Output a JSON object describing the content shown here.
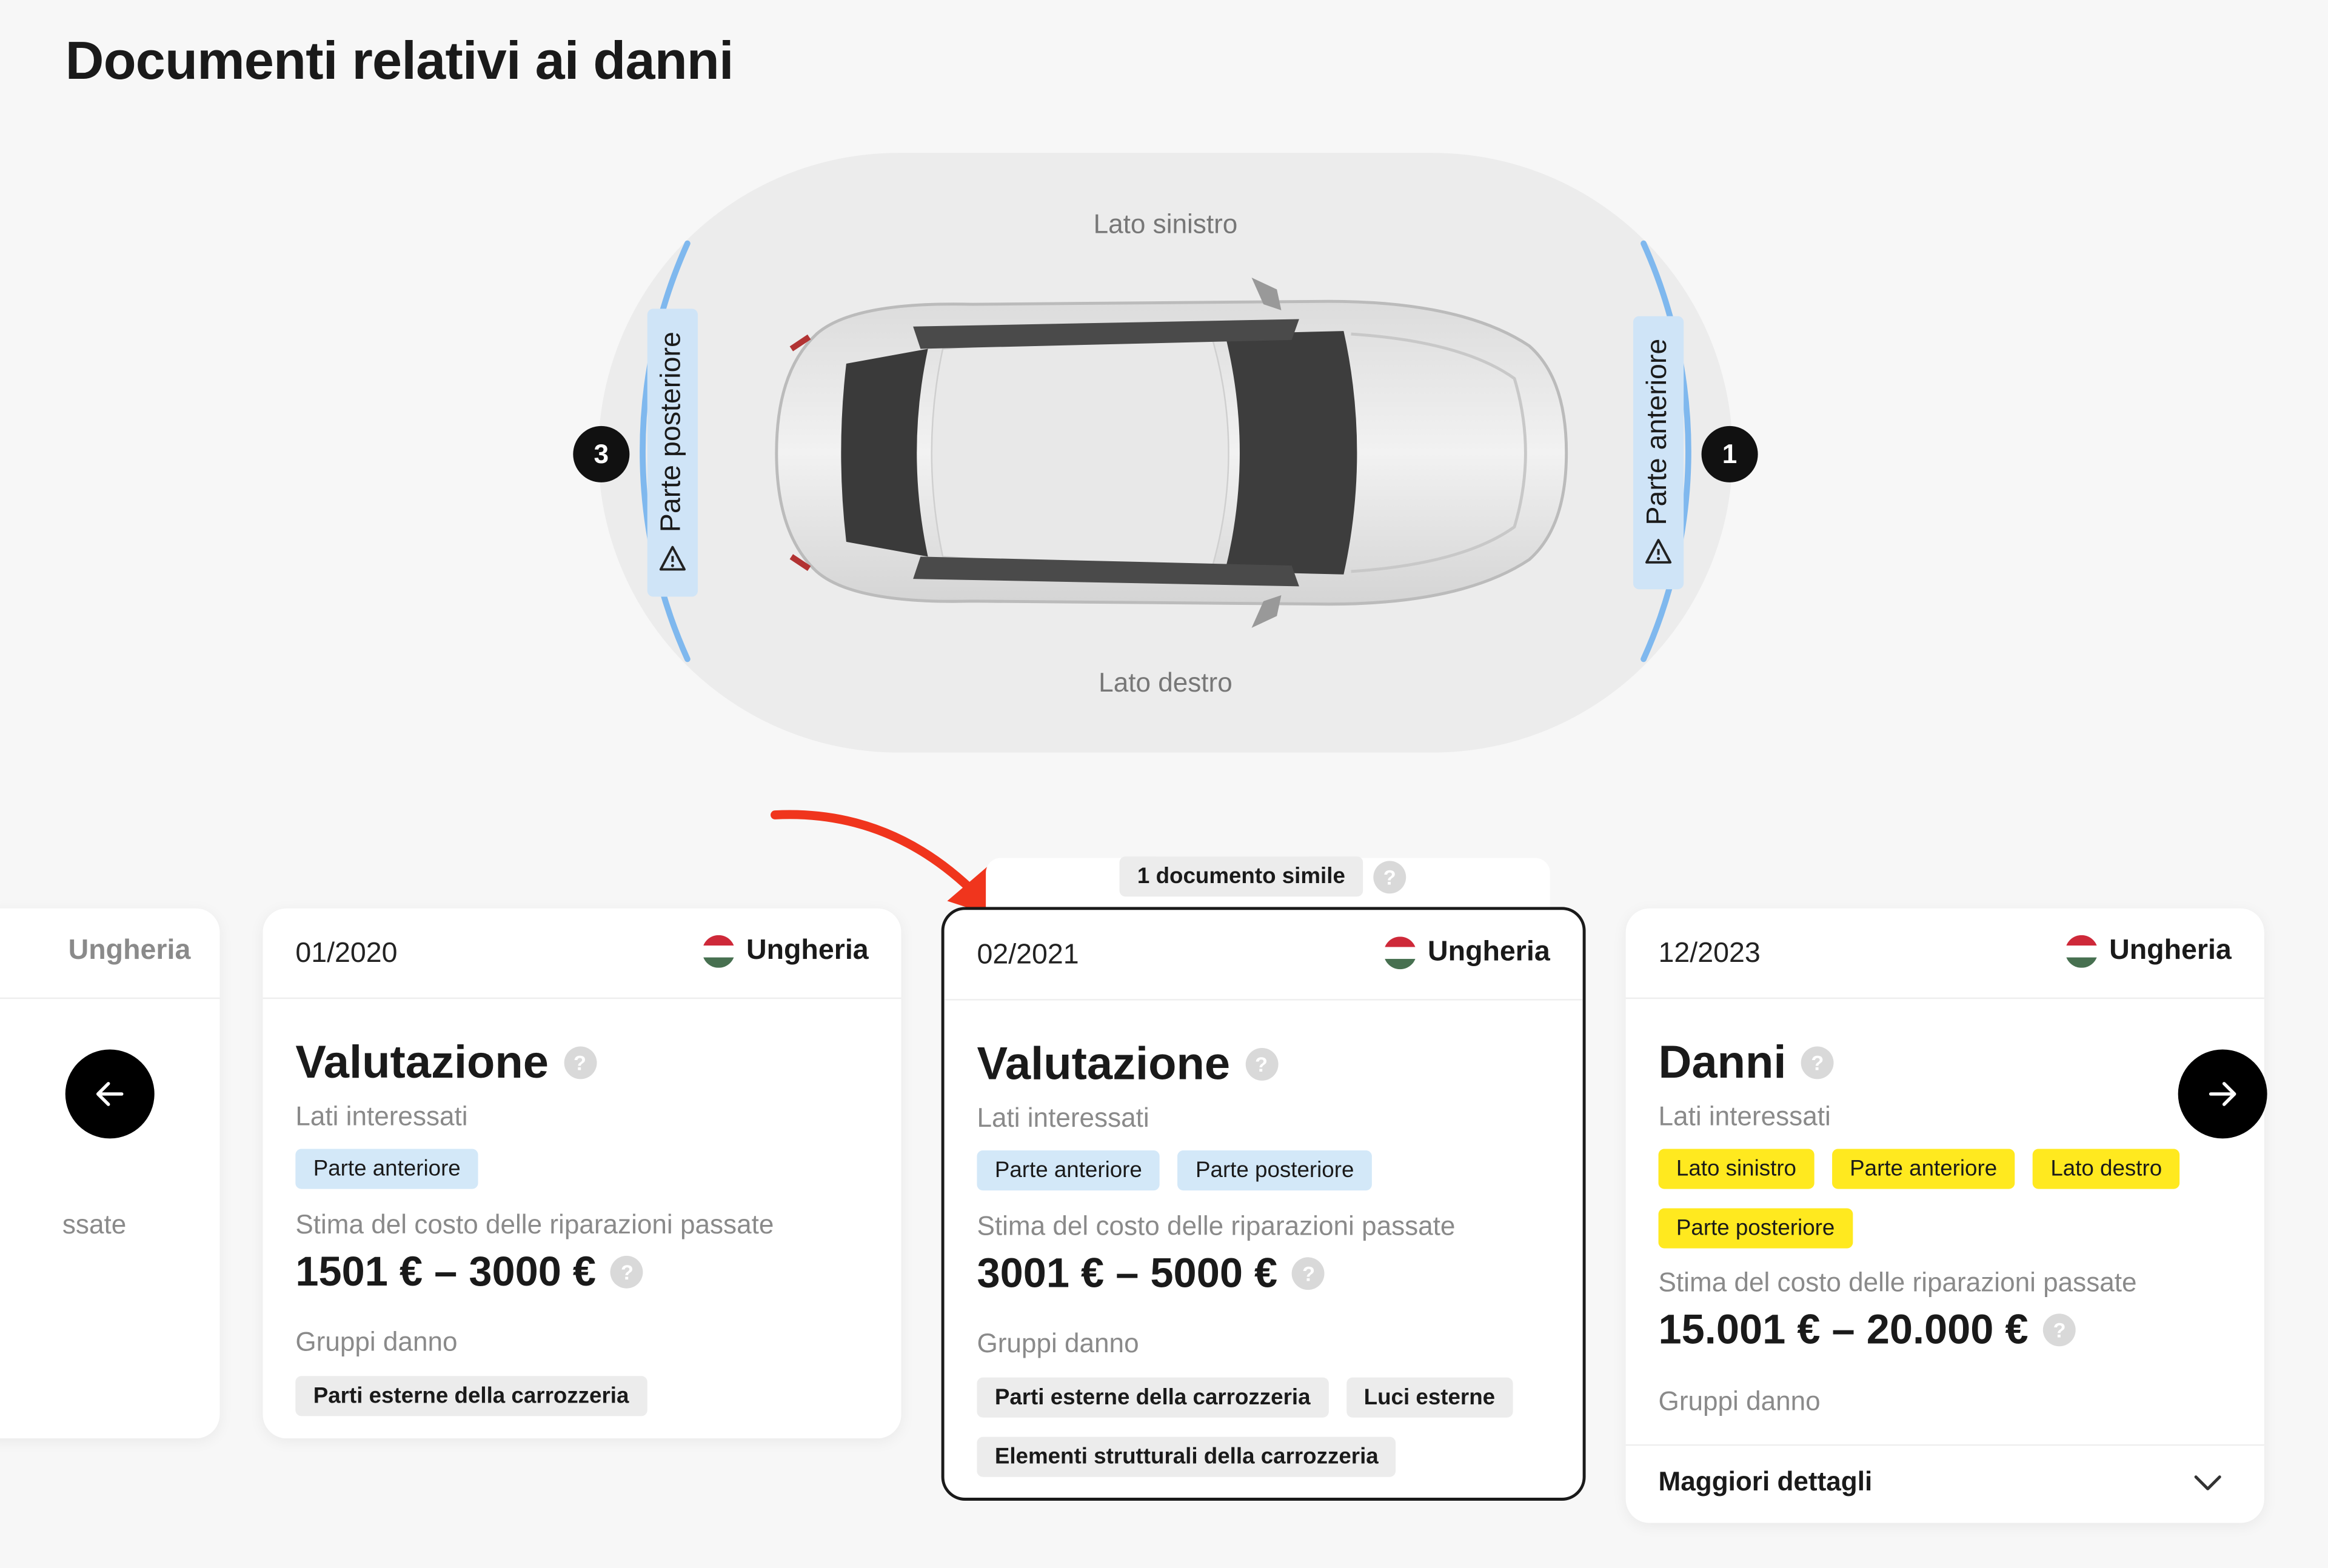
{
  "page_title": "Documenti relativi ai danni",
  "diagram": {
    "top_label": "Lato sinistro",
    "bottom_label": "Lato destro",
    "left_tab": "Parte posteriore",
    "right_tab": "Parte anteriore",
    "left_badge": "3",
    "right_badge": "1",
    "arc_color": "#7fb8ee"
  },
  "similar_docs": {
    "label": "1 documento simile",
    "help": "?"
  },
  "cards": {
    "partial": {
      "country": "Ungheria",
      "cost_label_fragment": "ssate"
    },
    "c1": {
      "date": "01/2020",
      "country": "Ungheria",
      "type": "Valutazione",
      "help": "?",
      "sides_label": "Lati interessati",
      "sides": [
        "Parte anteriore"
      ],
      "cost_label": "Stima del costo delle riparazioni passate",
      "cost": "1501 € – 3000 €",
      "groups_label": "Gruppi danno",
      "groups": [
        "Parti esterne della carrozzeria"
      ]
    },
    "c2": {
      "date": "02/2021",
      "country": "Ungheria",
      "type": "Valutazione",
      "help": "?",
      "sides_label": "Lati interessati",
      "sides": [
        "Parte anteriore",
        "Parte posteriore"
      ],
      "cost_label": "Stima del costo delle riparazioni passate",
      "cost": "3001 € – 5000 €",
      "groups_label": "Gruppi danno",
      "groups": [
        "Parti esterne della carrozzeria",
        "Luci esterne",
        "Elementi strutturali della carrozzeria"
      ]
    },
    "c3": {
      "date": "12/2023",
      "country": "Ungheria",
      "type": "Danni",
      "help": "?",
      "sides_label": "Lati interessati",
      "sides": [
        "Lato sinistro",
        "Parte anteriore",
        "Lato destro",
        "Parte posteriore"
      ],
      "cost_label": "Stima del costo delle riparazioni passate",
      "cost": "15.001 € – 20.000 €",
      "groups_label": "Gruppi danno",
      "more": "Maggiori dettagli"
    }
  },
  "colors": {
    "blue_chip": "#d3e8f8",
    "yellow_chip": "#ffe91f",
    "annotation_arrow": "#f0351d"
  }
}
